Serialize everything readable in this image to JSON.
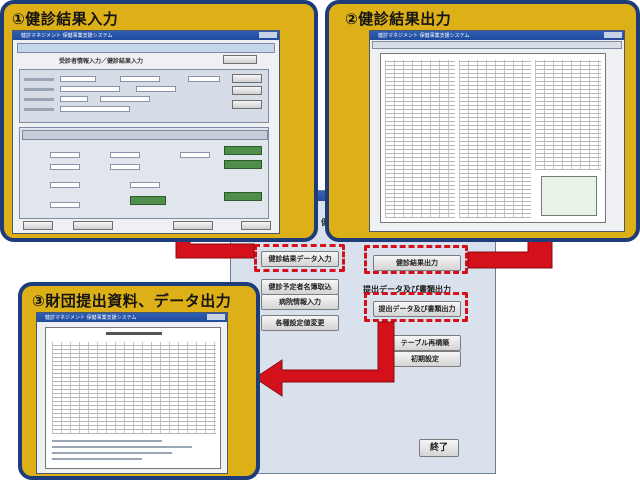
{
  "main_menu": {
    "buttons": {
      "health_result_data_input": "健診結果データ入力",
      "health_result_output": "健診結果出力",
      "scheduled_examinee_import": "健診予定者名簿取込",
      "hospital_info_input": "病院情報入力",
      "settings_change": "各種設定値変更",
      "submission_output": "提出データ及び書類出力",
      "table_rebuild": "テーブル再構築",
      "initial_settings": "初期設定",
      "exit": "終了"
    },
    "submission_section_label": "提出データ及び書類出力",
    "partial_title": "健診"
  },
  "panels": {
    "input": {
      "title": "①健診結果入力",
      "window_title": "健診マネジメント 保健事業支援システム",
      "form_title": "受診者情報入力／健診結果入力"
    },
    "output": {
      "title": "②健診結果出力",
      "window_title": "健診マネジメント 保健事業支援システム"
    },
    "submission": {
      "title": "③財団提出資料、データ出力",
      "window_title": "健診マネジメント 保健事業支援システム"
    }
  },
  "colors": {
    "panel_fill": "#ddb017",
    "panel_border": "#1f3c7a",
    "arrow_red": "#d4101b",
    "highlight_dash": "#d4101b"
  }
}
